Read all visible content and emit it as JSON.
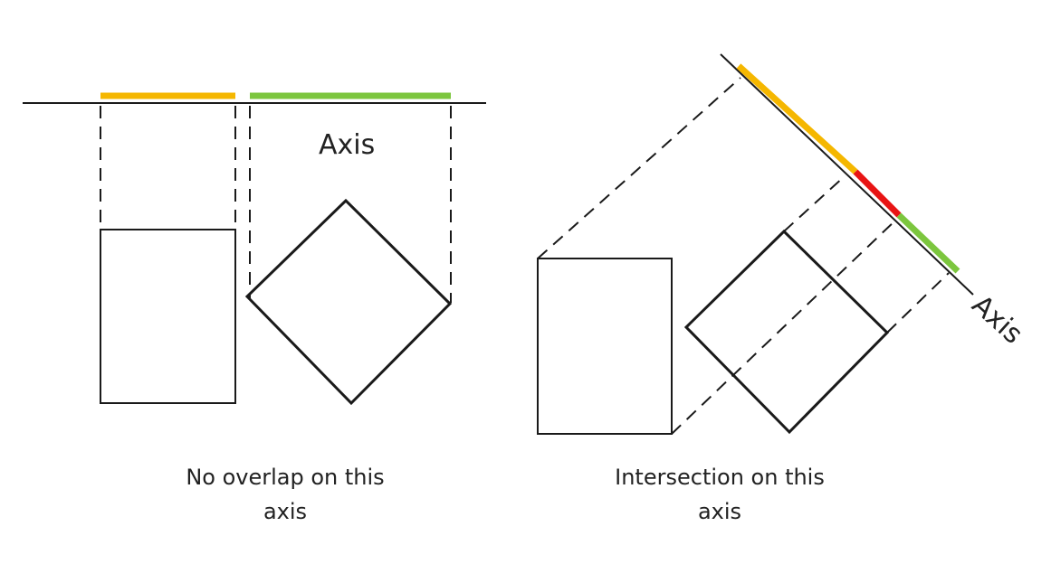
{
  "left_panel": {
    "axis_label": "Axis",
    "caption_line1": "No overlap on this",
    "caption_line2": "axis",
    "projection_colors": {
      "rectangle": "#F5B700",
      "diamond": "#7CC63E"
    }
  },
  "right_panel": {
    "axis_label": "Axis",
    "caption_line1": "Intersection on this",
    "caption_line2": "axis",
    "projection_colors": {
      "rectangle": "#F5B700",
      "overlap": "#E81414",
      "diamond": "#7CC63E"
    }
  },
  "colors": {
    "stroke": "#1a1a1a",
    "text": "#222222",
    "background": "#ffffff"
  }
}
